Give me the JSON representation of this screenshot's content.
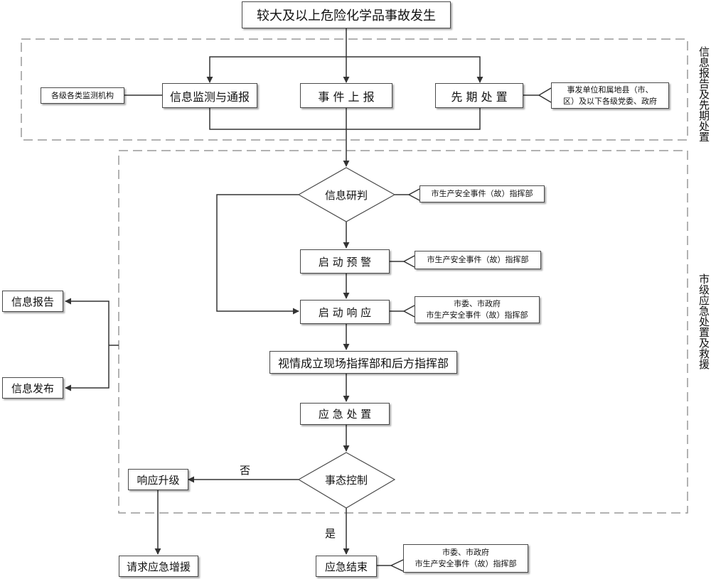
{
  "top": "较大及以上危险化学品事故发生",
  "section1_label": "信息报告及先期处置",
  "section2_label": "市级应急处置及救援",
  "monitor": "信息监测与通报",
  "monitor_note": "各级各类监测机构",
  "report": "事 件 上 报",
  "prelim": "先 期 处 置",
  "prelim_note": [
    "事发单位和属地县（市、",
    "区）及以下各级党委、政府"
  ],
  "judge": "信息研判",
  "judge_note": "市生产安全事件（故）指挥部",
  "warn": "启 动 预 警",
  "warn_note": "市生产安全事件（故）指挥部",
  "respond": "启 动 响 应",
  "respond_note": [
    "市委、市政府",
    "市生产安全事件（故）指挥部"
  ],
  "command": "视情成立现场指挥部和后方指挥部",
  "dispose": "应 急 处 置",
  "control": "事态控制",
  "upgrade": "响应升级",
  "no": "否",
  "yes": "是",
  "reinforce": "请求应急增援",
  "end": "应急结束",
  "end_note": [
    "市委、市政府",
    "市生产安全事件（故）指挥部"
  ],
  "info_report": "信息报告",
  "info_publish": "信息发布"
}
